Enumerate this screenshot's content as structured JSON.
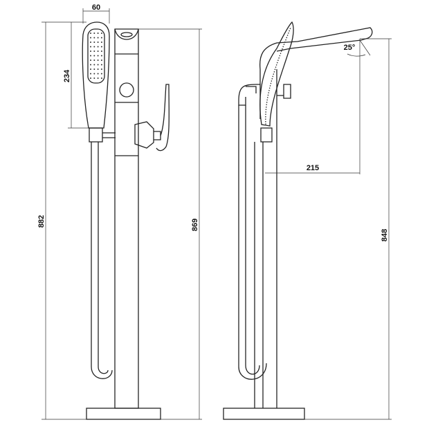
{
  "dimensions": {
    "handshower_width": "60",
    "handshower_length": "234",
    "total_height_left": "882",
    "column_height": "869",
    "spout_angle": "25°",
    "spout_reach": "215",
    "spout_height": "848"
  }
}
